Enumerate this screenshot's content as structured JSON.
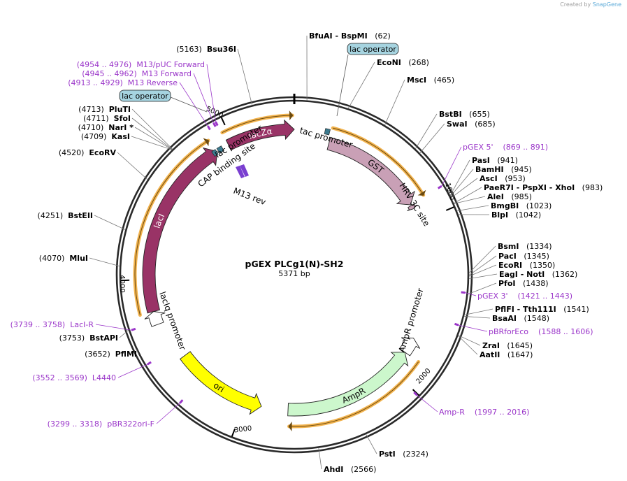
{
  "credit": {
    "prefix": "Created by",
    "brand": "SnapGene"
  },
  "plasmid": {
    "name": "pGEX PLCg1(N)-SH2",
    "length": 5371,
    "length_text": "5371 bp"
  },
  "ticks": [
    {
      "bp": 1000,
      "label": "1000"
    },
    {
      "bp": 2000,
      "label": "2000"
    },
    {
      "bp": 3000,
      "label": "3000"
    },
    {
      "bp": 4000,
      "label": "4000"
    },
    {
      "bp": 5000,
      "label": "5000"
    }
  ],
  "enzyme_groups": [
    {
      "bp": 62,
      "parts": [
        {
          "name": "BfuAI"
        },
        {
          "name": " - BspMI"
        }
      ],
      "pos_text": "(62)",
      "pos_first": false
    },
    {
      "bp": 268,
      "parts": [
        {
          "name": "EcoNI"
        }
      ],
      "pos_text": "(268)",
      "pos_first": false
    },
    {
      "bp": 465,
      "parts": [
        {
          "name": "MscI"
        }
      ],
      "pos_text": "(465)",
      "pos_first": false
    },
    {
      "bp": 655,
      "parts": [
        {
          "name": "BstBI"
        }
      ],
      "pos_text": "(655)",
      "pos_first": false
    },
    {
      "bp": 685,
      "parts": [
        {
          "name": "SwaI"
        }
      ],
      "pos_text": "(685)",
      "pos_first": false
    },
    {
      "bp": 941,
      "parts": [
        {
          "name": "PasI"
        }
      ],
      "pos_text": "(941)",
      "pos_first": false
    },
    {
      "bp": 945,
      "parts": [
        {
          "name": "BamHI"
        }
      ],
      "pos_text": "(945)",
      "pos_first": false
    },
    {
      "bp": 953,
      "parts": [
        {
          "name": "AscI"
        }
      ],
      "pos_text": "(953)",
      "pos_first": false
    },
    {
      "bp": 983,
      "parts": [
        {
          "name": "PaeR7I"
        },
        {
          "name": " - PspXI"
        },
        {
          "name": " - XhoI"
        }
      ],
      "pos_text": "(983)",
      "pos_first": false
    },
    {
      "bp": 985,
      "parts": [
        {
          "name": "AleI"
        }
      ],
      "pos_text": "(985)",
      "pos_first": false
    },
    {
      "bp": 1023,
      "parts": [
        {
          "name": "BmgBI"
        }
      ],
      "pos_text": "(1023)",
      "pos_first": false
    },
    {
      "bp": 1042,
      "parts": [
        {
          "name": "BlpI"
        }
      ],
      "pos_text": "(1042)",
      "pos_first": false
    },
    {
      "bp": 1334,
      "parts": [
        {
          "name": "BsmI"
        }
      ],
      "pos_text": "(1334)",
      "pos_first": false
    },
    {
      "bp": 1345,
      "parts": [
        {
          "name": "PacI"
        }
      ],
      "pos_text": "(1345)",
      "pos_first": false
    },
    {
      "bp": 1350,
      "parts": [
        {
          "name": "EcoRI"
        }
      ],
      "pos_text": "(1350)",
      "pos_first": false
    },
    {
      "bp": 1362,
      "parts": [
        {
          "name": "EagI"
        },
        {
          "name": " - NotI"
        }
      ],
      "pos_text": "(1362)",
      "pos_first": false
    },
    {
      "bp": 1438,
      "parts": [
        {
          "name": "PfoI"
        }
      ],
      "pos_text": "(1438)",
      "pos_first": false
    },
    {
      "bp": 1541,
      "parts": [
        {
          "name": "PflFI"
        },
        {
          "name": " - Tth111I"
        }
      ],
      "pos_text": "(1541)",
      "pos_first": false
    },
    {
      "bp": 1548,
      "parts": [
        {
          "name": "BsaAI"
        }
      ],
      "pos_text": "(1548)",
      "pos_first": false
    },
    {
      "bp": 1645,
      "parts": [
        {
          "name": "ZraI"
        }
      ],
      "pos_text": "(1645)",
      "pos_first": false
    },
    {
      "bp": 1647,
      "parts": [
        {
          "name": "AatII"
        }
      ],
      "pos_text": "(1647)",
      "pos_first": false
    },
    {
      "bp": 2324,
      "parts": [
        {
          "name": "PstI"
        }
      ],
      "pos_text": "(2324)",
      "pos_first": false
    },
    {
      "bp": 2566,
      "parts": [
        {
          "name": "AhdI"
        }
      ],
      "pos_text": "(2566)",
      "pos_first": false
    },
    {
      "bp": 3652,
      "parts": [
        {
          "name": "PflMI"
        }
      ],
      "pos_text": "(3652)",
      "pos_first": true
    },
    {
      "bp": 3753,
      "parts": [
        {
          "name": "BstAPI"
        }
      ],
      "pos_text": "(3753)",
      "pos_first": true
    },
    {
      "bp": 4070,
      "parts": [
        {
          "name": "MluI"
        }
      ],
      "pos_text": "(4070)",
      "pos_first": true
    },
    {
      "bp": 4251,
      "parts": [
        {
          "name": "BstEII"
        }
      ],
      "pos_text": "(4251)",
      "pos_first": true
    },
    {
      "bp": 4520,
      "parts": [
        {
          "name": "EcoRV"
        }
      ],
      "pos_text": "(4520)",
      "pos_first": true
    },
    {
      "bp": 4709,
      "parts": [
        {
          "name": "KasI"
        }
      ],
      "pos_text": "(4709)",
      "pos_first": true
    },
    {
      "bp": 4710,
      "parts": [
        {
          "name": "NarI"
        },
        {
          "name": " *"
        }
      ],
      "pos_text": "(4710)",
      "pos_first": true
    },
    {
      "bp": 4711,
      "parts": [
        {
          "name": "SfoI"
        }
      ],
      "pos_text": "(4711)",
      "pos_first": true
    },
    {
      "bp": 4713,
      "parts": [
        {
          "name": "PluTI"
        }
      ],
      "pos_text": "(4713)",
      "pos_first": true
    },
    {
      "bp": 5163,
      "parts": [
        {
          "name": "Bsu36I"
        }
      ],
      "pos_text": "(5163)",
      "pos_first": true
    }
  ],
  "primers": [
    {
      "name": "pGEX 5'",
      "range": "(869 .. 891)",
      "bp": 880,
      "name_first": true
    },
    {
      "name": "pGEX 3'",
      "range": "(1421 .. 1443)",
      "bp": 1432,
      "name_first": true
    },
    {
      "name": "pBRforEco",
      "range": "(1588 .. 1606)",
      "bp": 1597,
      "name_first": true
    },
    {
      "name": "Amp-R",
      "range": "(1997 .. 2016)",
      "bp": 2006,
      "name_first": true
    },
    {
      "name": "pBR322ori-F",
      "range": "(3299 .. 3318)",
      "bp": 3308,
      "name_first": false
    },
    {
      "name": "L4440",
      "range": "(3552 .. 3569)",
      "bp": 3560,
      "name_first": false
    },
    {
      "name": "LacI-R",
      "range": "(3739 .. 3758)",
      "bp": 3748,
      "name_first": false
    },
    {
      "name": "M13 Reverse",
      "range": "(4913 .. 4929)",
      "bp": 4921,
      "name_first": false
    },
    {
      "name": "M13 Forward",
      "range": "(4945 .. 4962)",
      "bp": 4953,
      "name_first": false
    },
    {
      "name": "M13/pUC Forward",
      "range": "(4954 .. 4976)",
      "bp": 4965,
      "name_first": false
    }
  ],
  "features": [
    {
      "name": "tac promoter",
      "start": 180,
      "end": 208
    },
    {
      "name": "GST",
      "start": 220,
      "end": 880,
      "label": "GST",
      "color": "#c9a0b6"
    },
    {
      "name": "HRV 3C site",
      "start": 886,
      "end": 910,
      "color": "#c9a0b6"
    },
    {
      "name": "AmpR promoter",
      "start": 1760,
      "end": 1865
    },
    {
      "name": "AmpR",
      "start": 1865,
      "end": 2725,
      "label": "AmpR",
      "color": "#ccf7cc"
    },
    {
      "name": "ori",
      "start": 2895,
      "end": 3485,
      "label": "ori",
      "color": "#ffff00"
    },
    {
      "name": "lacIq promoter",
      "start": 3730,
      "end": 3810
    },
    {
      "name": "lacI",
      "start": 3810,
      "end": 4894,
      "label": "lacI",
      "color": "#993366"
    },
    {
      "name": "CAP binding site",
      "start": 4865,
      "end": 4890
    },
    {
      "name": "lac promoter",
      "start": 4900,
      "end": 4930
    },
    {
      "name": "lacZα",
      "start": 4970,
      "end": 5371,
      "label": "lacZα",
      "color": "#993366"
    }
  ],
  "feature_labels": [
    {
      "text": "tac promoter"
    },
    {
      "text": "HRV 3C site"
    },
    {
      "text": "AmpR promoter"
    },
    {
      "text": "lacIq promoter"
    },
    {
      "text": "lac promoter"
    },
    {
      "text": "CAP binding site"
    },
    {
      "text": "M13 rev"
    }
  ],
  "lac_operators": [
    {
      "text": "lac operator"
    },
    {
      "text": "lac operator"
    }
  ],
  "colors": {
    "backbone": "#2a2a2a",
    "primer": "#9a35c9",
    "orf_outline": "#f2b34e",
    "operator_box": "#a6d4e0"
  }
}
